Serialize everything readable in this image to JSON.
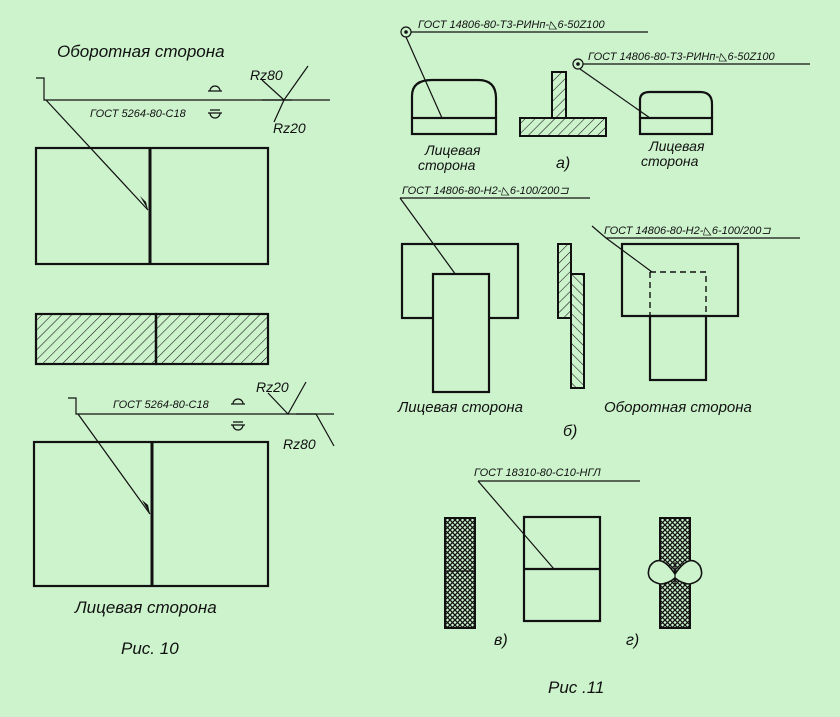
{
  "fig10": {
    "caption": "Рис. 10",
    "top_label": "Оборотная сторона",
    "bottom_label": "Лицевая сторона",
    "top_gost": "ГОСТ 5264-80-С18",
    "bottom_gost": "ГОСТ 5264-80-С18",
    "top_rz_upper": "Rz80",
    "top_rz_lower": "Rz20",
    "bottom_rz_upper": "Rz20",
    "bottom_rz_lower": "Rz80"
  },
  "fig11": {
    "caption": "Рис .11",
    "a": {
      "gost_1": "ГОСТ  14806-80-Т3-РИНп-◺6-50Z100",
      "gost_2": "ГОСТ  14806-80-Т3-РИНп-◺6-50Z100",
      "face_label_1_line1": "Лицевая",
      "face_label_1_line2": "сторона",
      "face_label_2_line1": "Лицевая",
      "face_label_2_line2": "сторона",
      "letter": "а)"
    },
    "b": {
      "gost_1": "ГОСТ 14806-80-Н2-◺6-100/200⊐",
      "gost_2": "ГОСТ 14806-80-Н2-◺6-100/200⊐",
      "front_label": "Лицевая сторона",
      "back_label": "Оборотная сторона",
      "letter": "б)"
    },
    "v": {
      "gost": "ГОСТ 18310-80-С10-НГЛ",
      "letter": "в)"
    },
    "g": {
      "letter": "г)"
    }
  },
  "colors": {
    "background": "#cdf3cd",
    "ink": "#111111"
  }
}
